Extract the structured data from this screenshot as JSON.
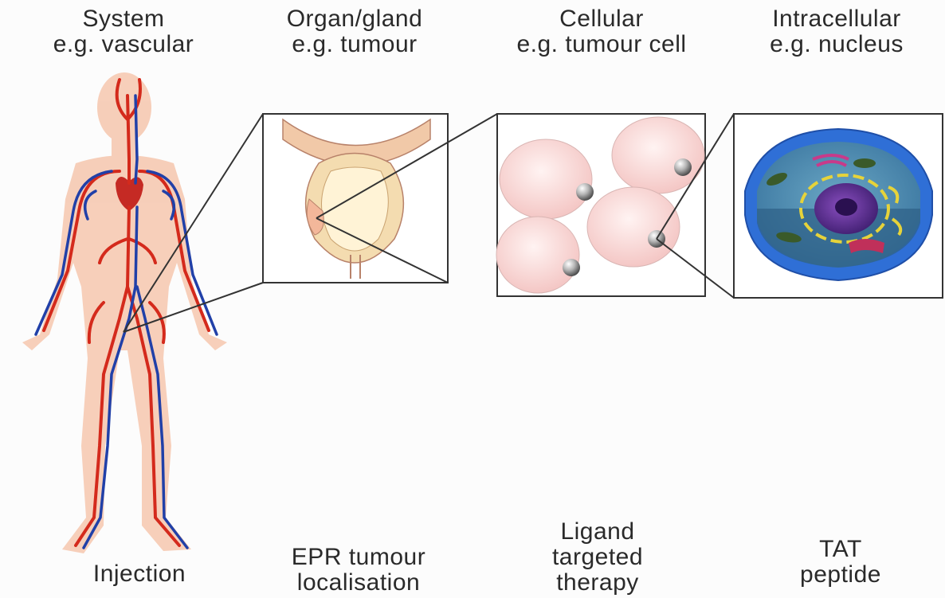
{
  "headers": [
    {
      "title": "System",
      "example": "e.g. vascular"
    },
    {
      "title": "Organ/gland",
      "example": "e.g. tumour"
    },
    {
      "title": "Cellular",
      "example": "e.g. tumour cell"
    },
    {
      "title": "Intracellular",
      "example": "e.g. nucleus"
    }
  ],
  "captions": [
    {
      "lines": [
        "Injection"
      ]
    },
    {
      "lines": [
        "EPR tumour",
        "localisation"
      ]
    },
    {
      "lines": [
        "Ligand",
        "targeted",
        "therapy"
      ]
    },
    {
      "lines": [
        "TAT",
        "peptide"
      ]
    }
  ],
  "colors": {
    "artery": "#d42a1c",
    "vein": "#2140a8",
    "skin": "#f6c7ae",
    "frame": "#333333",
    "cell_fill": "#f8d4d2",
    "nanoparticle": "#9a9a9a",
    "cell_membrane": "#2f6fd6",
    "nucleus": "#5a2a8a"
  }
}
